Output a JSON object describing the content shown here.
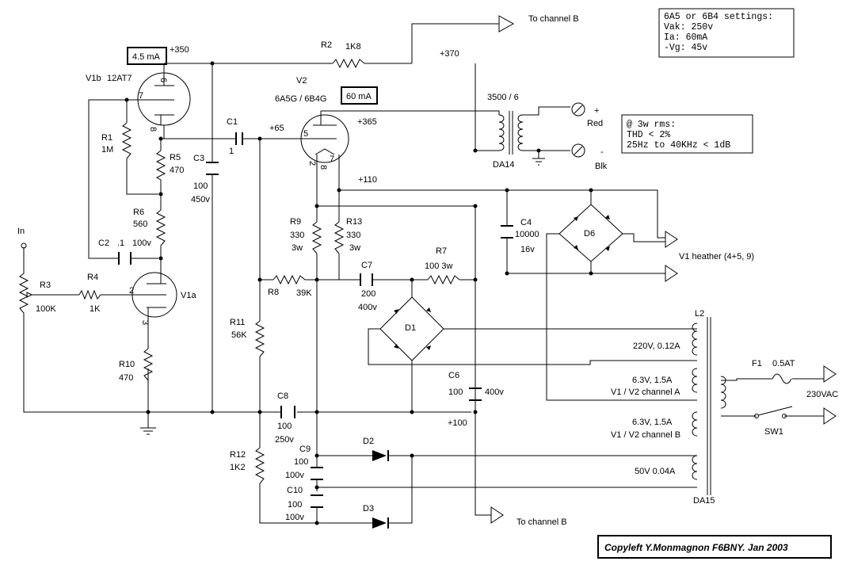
{
  "settings_box": {
    "line1": "6A5 or 6B4 settings:",
    "line2": "Vak:  250v",
    "line3": "Ia:   60mA",
    "line4": "-Vg:  45v"
  },
  "perf_box": {
    "line1": "@ 3w rms:",
    "line2": "THD < 2%",
    "line3": "25Hz to 40KHz < 1dB"
  },
  "copyright": "Copyleft Y.Monmagnon F6BNY. Jan 2003",
  "current_boxes": {
    "v1b": "4.5 mA",
    "v2": "60 mA"
  },
  "tubes": {
    "v1b_ref": "V1b",
    "v1b_type": "12AT7",
    "v1a_ref": "V1a",
    "v2_ref": "V2",
    "v2_type": "6A5G / 6B4G"
  },
  "pins": {
    "v1b_plate": "6",
    "v1b_grid": "7",
    "v1b_cathode": "8",
    "v1a_grid": "2",
    "v1a_cathode": "3",
    "v2_grid": "5",
    "v2_fil_a": "2",
    "v2_fil_b": "8",
    "v2_fil_c": "7"
  },
  "components": {
    "r1": "R1",
    "r1_val": "1M",
    "r2": "R2",
    "r2_val": "1K8",
    "r3": "R3",
    "r3_val": "100K",
    "r4": "R4",
    "r4_val": "1K",
    "r5": "R5",
    "r5_val": "470",
    "r6": "R6",
    "r6_val": "560",
    "r7": "R7",
    "r7_val": "100   3w",
    "r8": "R8",
    "r8_val": "39K",
    "r9": "R9",
    "r9_val": "330",
    "r9_w": "3w",
    "r10": "R10",
    "r10_val": "470",
    "r11": "R11",
    "r11_val": "56K",
    "r12": "R12",
    "r12_val": "1K2",
    "r13": "R13",
    "r13_val": "330",
    "r13_w": "3w",
    "c1": "C1",
    "c1_val": "1",
    "c2": "C2",
    "c2_val": ".1",
    "c2_v": "100v",
    "c3": "C3",
    "c3_val": "100",
    "c3_v": "450v",
    "c4": "C4",
    "c4_val": "10000",
    "c4_v": "16v",
    "c6": "C6",
    "c6_val": "100",
    "c6_v": "400v",
    "c7": "C7",
    "c7_val": "200",
    "c7_v": "400v",
    "c8": "C8",
    "c8_val": "100",
    "c8_v": "250v",
    "c9": "C9",
    "c9_val": "100",
    "c9_v": "100v",
    "c10": "C10",
    "c10_val": "100",
    "c10_v": "100v",
    "d1": "D1",
    "d2": "D2",
    "d3": "D3",
    "d6": "D6",
    "f1": "F1",
    "f1_val": "0.5AT",
    "sw1": "SW1",
    "l2": "L2"
  },
  "voltages": {
    "v350": "+350",
    "v370": "+370",
    "v365": "+365",
    "v65": "+65",
    "v110": "+110",
    "v100": "+100"
  },
  "transformers": {
    "out_ratio": "3500 / 6",
    "out_ref": "DA14",
    "mains_ref": "DA15"
  },
  "secondaries": {
    "s1": "220V, 0.12A",
    "s2a": "6.3V, 1.5A",
    "s2b": "V1 / V2 channel A",
    "s3a": "6.3V, 1.5A",
    "s3b": "V1 / V2 channel B",
    "s4": "50V 0.04A"
  },
  "io": {
    "in": "In",
    "red": "Red",
    "blk": "Blk",
    "plus": "+",
    "minus": "-",
    "mains": "230VAC",
    "to_b_top": "To channel B",
    "to_b_bottom": "To channel B",
    "heather": "V1 heather (4+5, 9)"
  }
}
